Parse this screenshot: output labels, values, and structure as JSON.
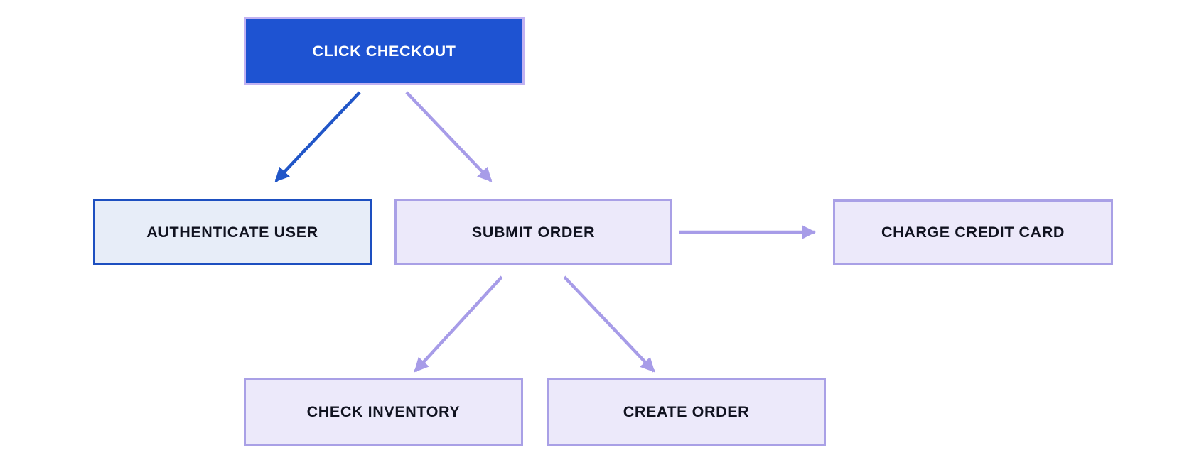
{
  "diagram": {
    "title": "checkout flow diagram",
    "nodes": [
      {
        "id": "click-checkout",
        "label": "CLICK CHECKOUT",
        "variant": "primary-blue"
      },
      {
        "id": "authenticate-user",
        "label": "AUTHENTICATE USER",
        "variant": "light-blue"
      },
      {
        "id": "submit-order",
        "label": "SUBMIT ORDER",
        "variant": "light-purple"
      },
      {
        "id": "charge-credit-card",
        "label": "CHARGE CREDIT CARD",
        "variant": "light-purple"
      },
      {
        "id": "check-inventory",
        "label": "CHECK INVENTORY",
        "variant": "light-purple"
      },
      {
        "id": "create-order",
        "label": "CREATE ORDER",
        "variant": "light-purple"
      }
    ],
    "edges": [
      {
        "from": "click-checkout",
        "to": "authenticate-user",
        "color": "blue"
      },
      {
        "from": "click-checkout",
        "to": "submit-order",
        "color": "purple"
      },
      {
        "from": "submit-order",
        "to": "charge-credit-card",
        "color": "purple"
      },
      {
        "from": "submit-order",
        "to": "check-inventory",
        "color": "purple"
      },
      {
        "from": "submit-order",
        "to": "create-order",
        "color": "purple"
      }
    ]
  },
  "colors": {
    "canvas-bg": "#ffffff",
    "node-blue-fill": "#1e53d2",
    "node-blue-border": "#c1b2f2",
    "node-blue-text": "#ffffff",
    "node-lightblue-fill": "#e7edf8",
    "node-lightblue-border": "#1d4fc0",
    "node-purple-fill": "#ece9fa",
    "node-purple-border": "#a9a0e6",
    "node-dark-text": "#10121f",
    "edge-blue": "#2156c8",
    "edge-purple": "#a79ce8"
  }
}
